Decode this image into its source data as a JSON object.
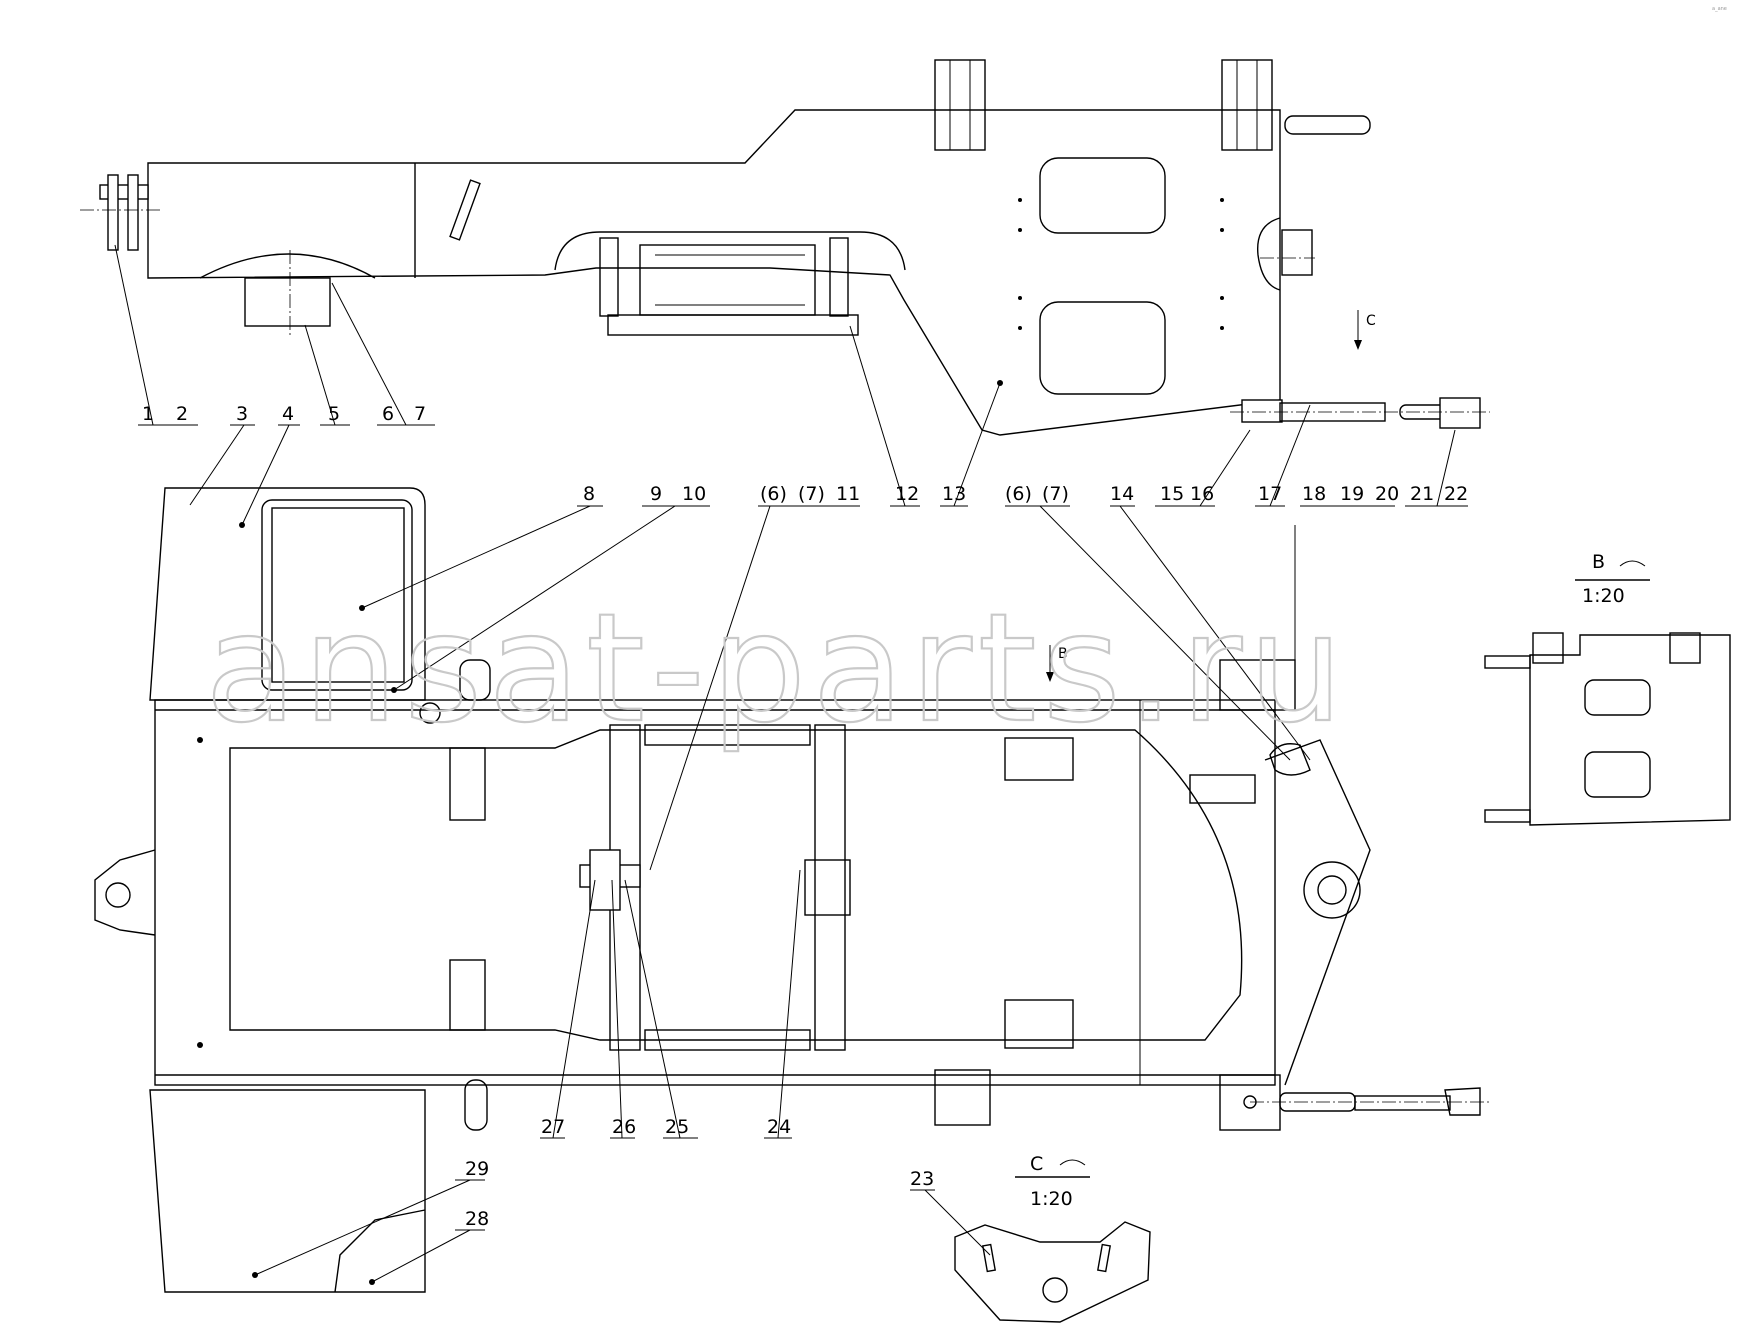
{
  "callouts": {
    "c1": "1",
    "c2": "2",
    "c3": "3",
    "c4": "4",
    "c5": "5",
    "c6": "6",
    "c7": "7",
    "c8": "8",
    "c9": "9",
    "c10": "10",
    "c6a": "(6)",
    "c7a": "(7)",
    "c11": "11",
    "c12": "12",
    "c13": "13",
    "c6b": "(6)",
    "c7b": "(7)",
    "c14": "14",
    "c15": "15",
    "c16": "16",
    "c17": "17",
    "c18": "18",
    "c19": "19",
    "c20": "20",
    "c21": "21",
    "c22": "22",
    "c23": "23",
    "c24": "24",
    "c25": "25",
    "c26": "26",
    "c27": "27",
    "c28": "28",
    "c29": "29"
  },
  "views": {
    "b_name": "B",
    "b_scale": "1:20",
    "c_name": "C",
    "c_scale": "1:20",
    "b_arrow": "B",
    "c_arrow": "C"
  },
  "watermark": "ansat-parts.ru",
  "corner_mark": "a_ane"
}
